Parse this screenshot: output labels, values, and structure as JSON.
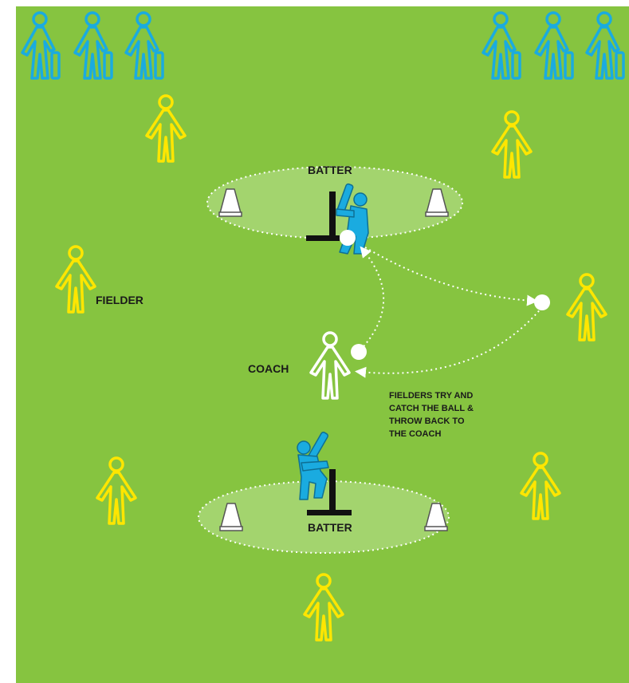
{
  "labels": {
    "batter_top": "BATTER",
    "batter_bottom": "BATTER",
    "fielder": "FIELDER",
    "coach": "COACH",
    "instruction_line1": "FIELDERS TRY AND",
    "instruction_line2": "CATCH THE BALL &",
    "instruction_line3": "THROW BACK TO",
    "instruction_line4": "THE COACH"
  },
  "colors": {
    "field": "#86c440",
    "fielder": "#ffe600",
    "waiting_batter": "#1aabe0",
    "coach": "#ffffff",
    "batting_zone": "#a3d46e",
    "tee": "#111111",
    "cone": "#ffffff"
  },
  "icons": {
    "fielder": "fielder-figure-icon",
    "waiting_batter": "waiting-batter-icon",
    "coach": "coach-figure-icon",
    "ball": "ball-icon",
    "cone": "cone-icon",
    "tee": "batting-tee-icon"
  }
}
